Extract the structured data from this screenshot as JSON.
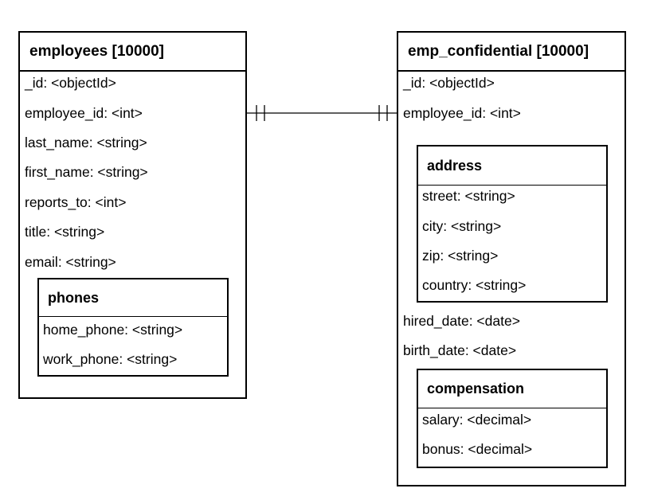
{
  "employees": {
    "title": "employees [10000]",
    "fields": [
      "_id: <objectId>",
      "employee_id: <int>",
      "last_name: <string>",
      "first_name: <string>",
      "reports_to: <int>",
      "title: <string>",
      "email: <string>"
    ],
    "phones": {
      "title": "phones",
      "fields": [
        "home_phone: <string>",
        "work_phone: <string>"
      ]
    }
  },
  "emp_confidential": {
    "title": "emp_confidential [10000]",
    "fields": [
      "_id: <objectId>",
      "employee_id: <int>"
    ],
    "address": {
      "title": "address",
      "fields": [
        "street: <string>",
        "city: <string>",
        "zip: <string>",
        "country: <string>"
      ]
    },
    "fields_after_address": [
      "hired_date: <date>",
      "birth_date: <date>"
    ],
    "compensation": {
      "title": "compensation",
      "fields": [
        "salary: <decimal>",
        "bonus: <decimal>"
      ]
    }
  },
  "relationship": {
    "from": "employees.employee_id",
    "to": "emp_confidential.employee_id",
    "cardinality": "one-to-one"
  }
}
